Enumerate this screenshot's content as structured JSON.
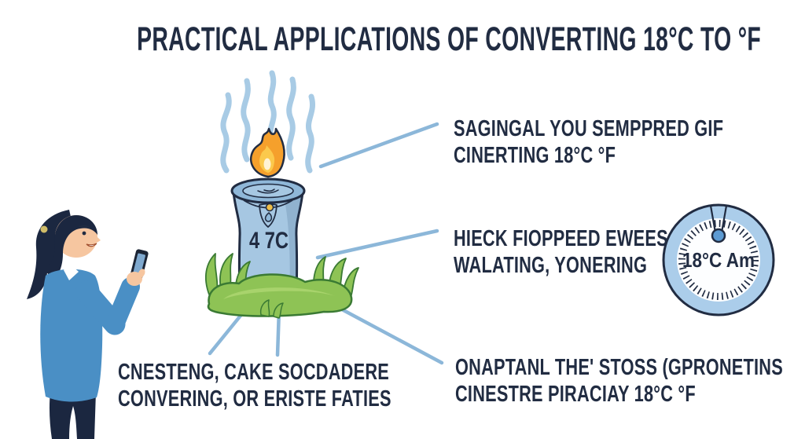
{
  "title": "PRACTICAL APPLICATIONS OF CONVERTING 18°C TO °F",
  "callouts": {
    "top_right": {
      "line1": "SAGINGAL YOU SEMPPRED GIF",
      "line2": "CINERTING 18°C °F"
    },
    "mid_right": {
      "line1": "HIECK FIOPPEED EWEES",
      "line2": "WALATING, YONERING"
    },
    "bottom_left": {
      "line1": "CNESTENG, CAKE SOCDADERE",
      "line2": "CONVERING, OR ERISTE FATIES"
    },
    "bottom_right": {
      "line1": "ONAPTANL THE' STOSS (GPRONETINS",
      "line2": "CINESTRE PIRACIAY 18°C °F"
    }
  },
  "candle": {
    "label": "4 7C"
  },
  "gauge": {
    "label": "18°C Am"
  },
  "illustrations": {
    "left": "woman-with-phone",
    "center": "candle-thermometer-with-flame-and-grass",
    "right": "temperature-gauge-dial"
  },
  "colors": {
    "ink": "#212c42",
    "line": "#8cb7d9",
    "smoke": "#a8cbe5",
    "candle": "#a6c7e2",
    "rim": "#8fb7d8",
    "flame": "#f5a02c",
    "flame2": "#fbc94c",
    "grass": "#8ec355",
    "grassl": "#a8d36c",
    "grassd": "#3a7a33",
    "ring": "#abcdea",
    "knob": "#5d9bd3",
    "jacket": "#4a8fc5",
    "hair": "#1b2740",
    "skin": "#f6c6a0",
    "phone": "#1c2535",
    "screen": "#7fa9cf",
    "dot": "#f0bf4a"
  }
}
